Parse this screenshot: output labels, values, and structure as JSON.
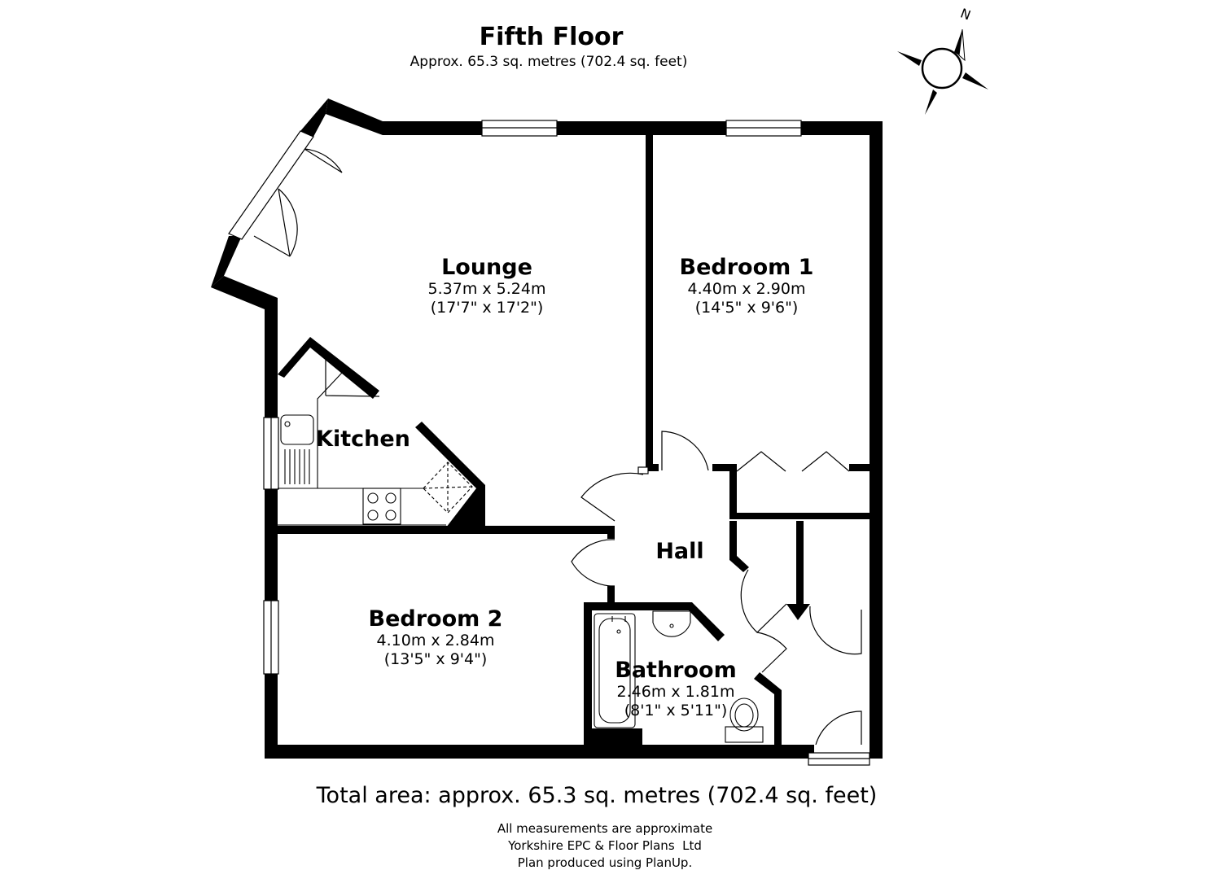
{
  "header": {
    "title": "Fifth Floor",
    "subtitle": "Approx. 65.3 sq. metres (702.4 sq. feet)"
  },
  "compass": {
    "label": "N"
  },
  "rooms": {
    "lounge": {
      "name": "Lounge",
      "metric": "5.37m x 5.24m",
      "imperial": "(17'7\" x 17'2\")"
    },
    "bedroom1": {
      "name": "Bedroom 1",
      "metric": "4.40m x 2.90m",
      "imperial": "(14'5\" x 9'6\")"
    },
    "kitchen": {
      "name": "Kitchen"
    },
    "hall": {
      "name": "Hall"
    },
    "bedroom2": {
      "name": "Bedroom 2",
      "metric": "4.10m x 2.84m",
      "imperial": "(13'5\" x 9'4\")"
    },
    "bathroom": {
      "name": "Bathroom",
      "metric": "2.46m x 1.81m",
      "imperial": "(8'1\" x 5'11\")"
    }
  },
  "footer": {
    "total": "Total area: approx. 65.3 sq. metres (702.4 sq. feet)",
    "note1": "All measurements are approximate",
    "note2": "Yorkshire EPC & Floor Plans  Ltd",
    "note3": "Plan produced using PlanUp."
  }
}
